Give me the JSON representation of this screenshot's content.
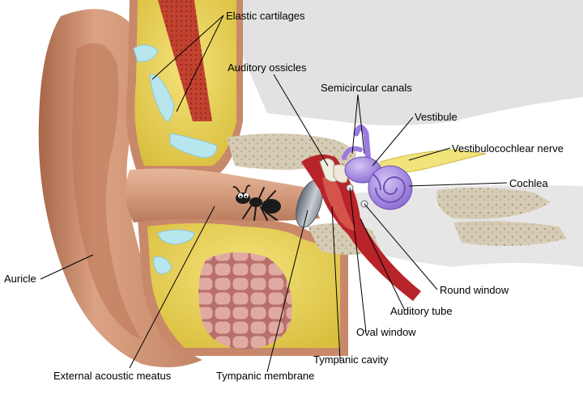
{
  "labels": {
    "elastic_cartilages": "Elastic cartilages",
    "auditory_ossicles": "Auditory ossicles",
    "semicircular_canals": "Semicircular canals",
    "vestibule": "Vestibule",
    "vestibulocochlear_nerve": "Vestibulocochlear nerve",
    "cochlea": "Cochlea",
    "auricle": "Auricle",
    "round_window": "Round window",
    "auditory_tube": "Auditory tube",
    "oval_window": "Oval window",
    "tympanic_cavity": "Tympanic cavity",
    "external_acoustic_meatus": "External acoustic meatus",
    "tympanic_membrane": "Tympanic membrane"
  },
  "colors": {
    "skin": "#c98d6b",
    "skin_dark": "#8a5538",
    "fat": "#e8d35a",
    "cartilage": "#b8e6ee",
    "bone": "#d8cdb8",
    "muscle": "#d59a93",
    "membrane": "#9aa0a8",
    "cavity": "#b8242a",
    "inner_ear": "#a58be0",
    "nerve": "#f0e47a",
    "ant": "#1a1a1a"
  },
  "icons": [
    "ant-icon"
  ]
}
